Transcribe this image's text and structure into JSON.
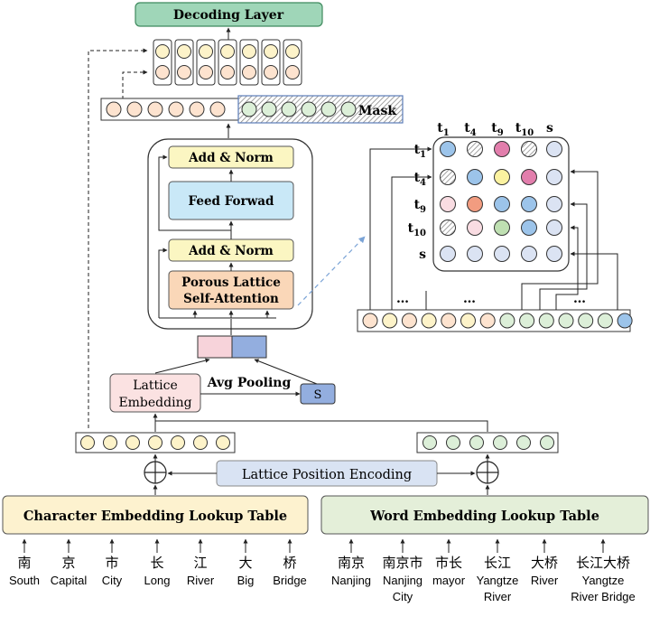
{
  "labels": {
    "decoding_layer": "Decoding Layer",
    "mask": "Mask",
    "add_norm_top": "Add & Norm",
    "feed_forward": "Feed Forwad",
    "add_norm_bottom": "Add & Norm",
    "pla_line1": "Porous Lattice",
    "pla_line2": "Self-Attention",
    "lattice_emb_line1": "Lattice",
    "lattice_emb_line2": "Embedding",
    "avg_pooling": "Avg Pooling",
    "s_box": "S",
    "lattice_pos_enc": "Lattice Position Encoding",
    "char_lookup": "Character Embedding Lookup Table",
    "word_lookup": "Word Embedding Lookup Table",
    "ellipsis": "…"
  },
  "matrix": {
    "col_headers": [
      {
        "base": "t",
        "sub": "1"
      },
      {
        "base": "t",
        "sub": "4"
      },
      {
        "base": "t",
        "sub": "9"
      },
      {
        "base": "t",
        "sub": "10"
      },
      {
        "base": "s",
        "sub": ""
      }
    ],
    "row_headers": [
      {
        "base": "t",
        "sub": "1"
      },
      {
        "base": "t",
        "sub": "4"
      },
      {
        "base": "t",
        "sub": "9"
      },
      {
        "base": "t",
        "sub": "10"
      },
      {
        "base": "s",
        "sub": ""
      }
    ],
    "cells": [
      [
        "blue",
        "hatch",
        "pink",
        "hatch",
        "lightblue"
      ],
      [
        "hatch",
        "blue",
        "yellow",
        "pink",
        "lightblue"
      ],
      [
        "lightpink",
        "orange",
        "blue",
        "blue",
        "lightblue"
      ],
      [
        "hatch",
        "lightpink",
        "green",
        "blue",
        "lightblue"
      ],
      [
        "lightblue",
        "lightblue",
        "lightblue",
        "lightblue",
        "lightblue"
      ]
    ]
  },
  "characters": [
    {
      "zh": "南",
      "en": "South"
    },
    {
      "zh": "京",
      "en": "Capital"
    },
    {
      "zh": "市",
      "en": "City"
    },
    {
      "zh": "长",
      "en": "Long"
    },
    {
      "zh": "江",
      "en": "River"
    },
    {
      "zh": "大",
      "en": "Big"
    },
    {
      "zh": "桥",
      "en": "Bridge"
    }
  ],
  "words": [
    {
      "zh": "南京",
      "en1": "Nanjing",
      "en2": ""
    },
    {
      "zh": "南京市",
      "en1": "Nanjing",
      "en2": "City"
    },
    {
      "zh": "市长",
      "en1": "mayor",
      "en2": ""
    },
    {
      "zh": "长江",
      "en1": "Yangtze",
      "en2": "River"
    },
    {
      "zh": "大桥",
      "en1": "River",
      "en2": ""
    },
    {
      "zh": "长江大桥",
      "en1": "Yangtze",
      "en2": "River Bridge"
    }
  ],
  "colors": {
    "peach": "#fde3cf",
    "yellow_token": "#fdf3c9",
    "green_token": "#dcefd8",
    "lightblue_token": "#dce6f5",
    "decoding_fill": "#9fd6b8",
    "decoding_stroke": "#3f8a5e",
    "addnorm_fill": "#fbf6c2",
    "ffn_fill": "#c9e8f7",
    "pla_fill": "#fad7b8",
    "char_table_fill": "#fdf2cf",
    "word_table_fill": "#e4efd9",
    "lpe_fill": "#d9e3f3",
    "lattice_emb_fill": "#fbe2e2",
    "s_fill": "#93aedf",
    "concat_pink": "#f7d3da",
    "concat_blue": "#93aedf",
    "mat_blue": "#9cc4ea",
    "mat_pink": "#e27eac",
    "mat_yellow": "#fbf2a0",
    "mat_lightpink": "#f9dce2",
    "mat_orange": "#f29c80",
    "mat_green": "#bfe0b2",
    "mat_lightblue": "#dbe3f3"
  }
}
